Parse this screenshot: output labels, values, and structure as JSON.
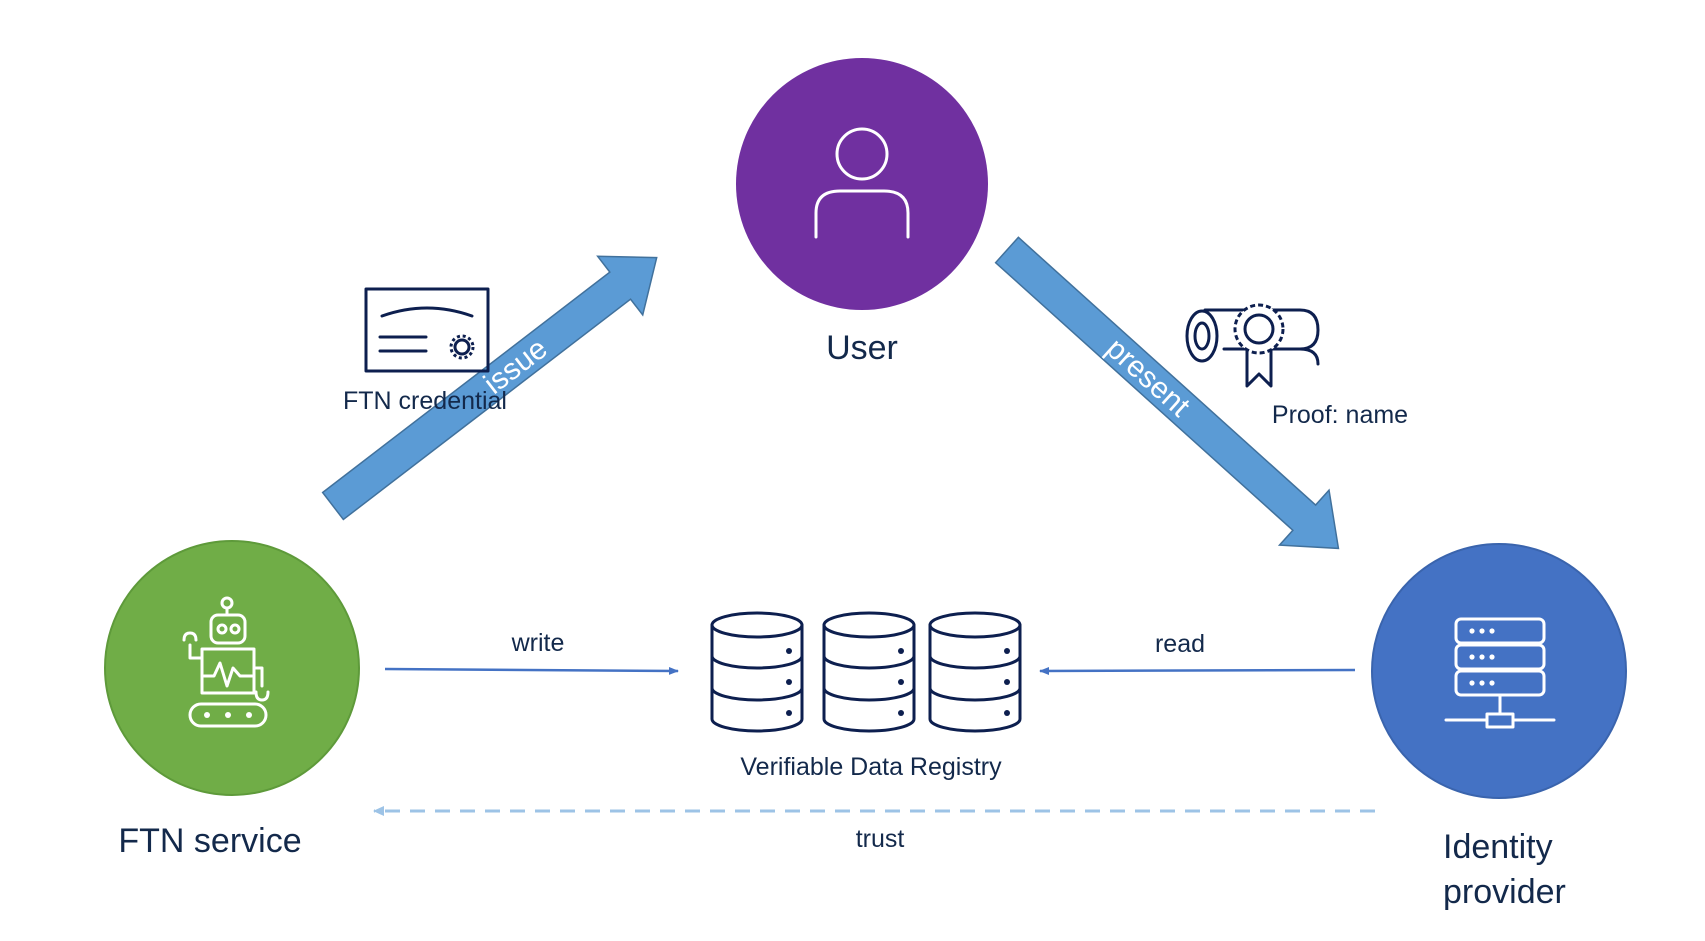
{
  "nodes": {
    "user": {
      "label": "User",
      "color": "#7030a0"
    },
    "ftn_service": {
      "label": "FTN service",
      "color": "#70ad47"
    },
    "identity_provider": {
      "label_line1": "Identity",
      "label_line2": "provider",
      "color": "#4472c4"
    }
  },
  "edges": {
    "issue": "issue",
    "present": "present",
    "write": "write",
    "read": "read",
    "trust": "trust"
  },
  "artifacts": {
    "ftn_credential": "FTN credential",
    "proof": "Proof: name",
    "registry": "Verifiable Data Registry"
  },
  "colors": {
    "big_arrow": "#5b9bd5",
    "thin_arrow": "#4472c4",
    "trust_dash": "#9dc3e6",
    "text": "#13294b",
    "icon_navy": "#0d1f4f"
  },
  "icons": [
    "person-icon",
    "robot-icon",
    "server-icon",
    "database-icon",
    "certificate-icon",
    "diploma-icon"
  ]
}
